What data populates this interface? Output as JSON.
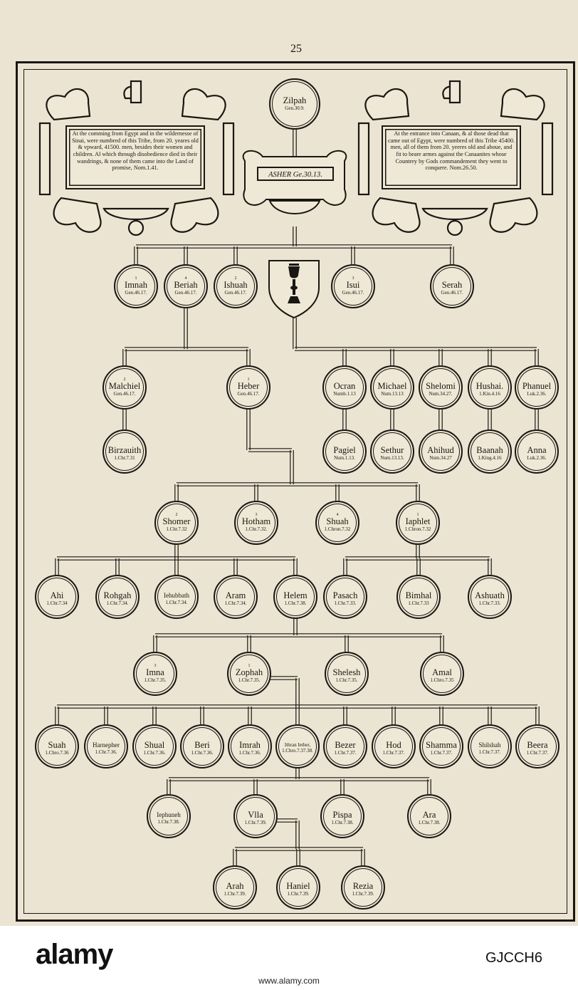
{
  "page": {
    "number": "25",
    "root": {
      "name": "Zilpah",
      "ref": "Gen.30.9."
    },
    "plate": {
      "name": "ASHER",
      "ref": "Ge.30.13."
    },
    "tablet_left": "At the comming from Egypt and in the wildernesse of Sinai, were numbred of this Tribe, from 20. yeares old & vpward, 41500. men, besides their women and children. Al which through disobedience died in their wandrings, & none of them came into the Land of promise, Nom.1.41.",
    "tablet_right": "At the entrance into Canaan, & al those dead that came out of Egypt, were numbred of this Tribe 45400. men, all of them from 20. yeeres old and aboue, and fit to beare armes against the Canaanites whose Countrey by Gods commandement they went to conquere. Nom.26.50."
  },
  "people": [
    {
      "id": "imnah",
      "num": "1",
      "name": "Imnah",
      "ref": "Gen.46.17."
    },
    {
      "id": "beriah",
      "num": "4",
      "name": "Beriah",
      "ref": "Gen.46.17."
    },
    {
      "id": "ishuah",
      "num": "2",
      "name": "Ishuah",
      "ref": "Gen.46.17."
    },
    {
      "id": "isui",
      "num": "3",
      "name": "Isui",
      "ref": "Gen.46.17."
    },
    {
      "id": "serah",
      "num": "",
      "name": "Serah",
      "ref": "Gen.46.17."
    },
    {
      "id": "malchiel",
      "num": "2",
      "name": "Malchiel",
      "ref": "Gen.46.17."
    },
    {
      "id": "heber",
      "num": "1",
      "name": "Heber",
      "ref": "Gen.46.17."
    },
    {
      "id": "birzauith",
      "num": "",
      "name": "Birzauith",
      "ref": "1.Chr.7.31"
    },
    {
      "id": "ocran",
      "num": "",
      "name": "Ocran",
      "ref": "Numb.1.13"
    },
    {
      "id": "michael",
      "num": "",
      "name": "Michael",
      "ref": "Num.13.13"
    },
    {
      "id": "shelomi",
      "num": "",
      "name": "Shelomi",
      "ref": "Num.34.27."
    },
    {
      "id": "hushai",
      "num": "",
      "name": "Hushai.",
      "ref": "1.Kin.4.16"
    },
    {
      "id": "phanuel",
      "num": "",
      "name": "Phanuel",
      "ref": "Luk.2.36."
    },
    {
      "id": "pagiel",
      "num": "",
      "name": "Pagiel",
      "ref": "Num.1.13."
    },
    {
      "id": "sethur",
      "num": "",
      "name": "Sethur",
      "ref": "Num.13.13."
    },
    {
      "id": "ahihud",
      "num": "",
      "name": "Ahihud",
      "ref": "Num.34.27"
    },
    {
      "id": "baanah",
      "num": "",
      "name": "Baanah",
      "ref": "1.King.4.16"
    },
    {
      "id": "anna",
      "num": "",
      "name": "Anna",
      "ref": "Luk.2.36."
    },
    {
      "id": "shomer",
      "num": "2",
      "name": "Shomer",
      "ref": "1.Chr.7.32"
    },
    {
      "id": "hotham",
      "num": "3",
      "name": "Hotham",
      "ref": "1.Chr.7.32."
    },
    {
      "id": "shuah",
      "num": "4",
      "name": "Shuah",
      "ref": "1.Chron.7.32"
    },
    {
      "id": "iaphlet",
      "num": "1",
      "name": "Iaphlet",
      "ref": "1.Chron.7.32"
    },
    {
      "id": "ahi",
      "num": "",
      "name": "Ahi",
      "ref": "1.Chr.7.34"
    },
    {
      "id": "rohgah",
      "num": "",
      "name": "Rohgah",
      "ref": "1.Chr.7.34."
    },
    {
      "id": "iehubbah",
      "num": "",
      "name": "Iehubbath",
      "ref": "1.Chr.7.34."
    },
    {
      "id": "aram",
      "num": "",
      "name": "Aram",
      "ref": "1.Chr.7.34."
    },
    {
      "id": "helem",
      "num": "",
      "name": "Helem",
      "ref": "1.Chr.7.38."
    },
    {
      "id": "pasach",
      "num": "",
      "name": "Pasach",
      "ref": "1.Chr.7.33."
    },
    {
      "id": "bimhal",
      "num": "",
      "name": "Bimhal",
      "ref": "1.Chr.7.33"
    },
    {
      "id": "ashuath",
      "num": "",
      "name": "Ashuath",
      "ref": "1.Chr.7.33."
    },
    {
      "id": "imna",
      "num": "3",
      "name": "Imna",
      "ref": "1.Chr.7.35."
    },
    {
      "id": "zophah",
      "num": "1",
      "name": "Zophah",
      "ref": "1.Chr.7.35."
    },
    {
      "id": "shelesh",
      "num": "",
      "name": "Shelesh",
      "ref": "1.Chr.7.35."
    },
    {
      "id": "amal",
      "num": "",
      "name": "Amal",
      "ref": "1.Chro.7.35"
    },
    {
      "id": "suah",
      "num": "",
      "name": "Suah",
      "ref": "1.Chro.7.36"
    },
    {
      "id": "harnepher",
      "num": "",
      "name": "Harnepher",
      "ref": "1.Chr.7.36."
    },
    {
      "id": "shual",
      "num": "",
      "name": "Shual",
      "ref": "1.Chr.7.36."
    },
    {
      "id": "beri",
      "num": "",
      "name": "Beri",
      "ref": "1.Chr.7.36."
    },
    {
      "id": "imrah",
      "num": "",
      "name": "Imrah",
      "ref": "1.Chr.7.36."
    },
    {
      "id": "ithran",
      "num": "",
      "name": "Ithran Iether,",
      "ref": "1.Chro.7.37.38."
    },
    {
      "id": "bezer",
      "num": "",
      "name": "Bezer",
      "ref": "1.Chr.7.37."
    },
    {
      "id": "hod",
      "num": "",
      "name": "Hod",
      "ref": "1.Chr.7.37."
    },
    {
      "id": "shamma",
      "num": "",
      "name": "Shamma",
      "ref": "1.Chr.7.37."
    },
    {
      "id": "shilshah",
      "num": "",
      "name": "Shilshah",
      "ref": "1.Chr.7.37."
    },
    {
      "id": "beera",
      "num": "",
      "name": "Beera",
      "ref": "1.Chr.7.37."
    },
    {
      "id": "iephuneh",
      "num": "",
      "name": "Iephuneh",
      "ref": "1.Chr.7.38."
    },
    {
      "id": "ulla",
      "num": "",
      "name": "Vlla",
      "ref": "1.Chr.7.39."
    },
    {
      "id": "pispa",
      "num": "",
      "name": "Pispa",
      "ref": "1.Chr.7.38."
    },
    {
      "id": "ara",
      "num": "",
      "name": "Ara",
      "ref": "1.Chr.7.38."
    },
    {
      "id": "arah",
      "num": "",
      "name": "Arah",
      "ref": "1.Chr.7.39."
    },
    {
      "id": "haniel",
      "num": "",
      "name": "Haniel",
      "ref": "1.Chr.7.39."
    },
    {
      "id": "rezia",
      "num": "",
      "name": "Rezia",
      "ref": "1.Chr.7.39."
    }
  ],
  "watermark": {
    "logo": "alamy",
    "image_id": "GJCCH6",
    "url": "www.alamy.com"
  }
}
